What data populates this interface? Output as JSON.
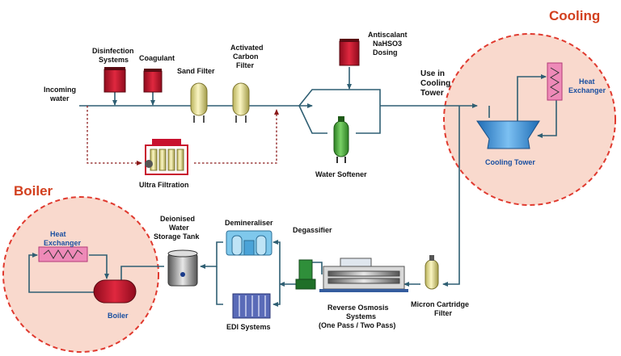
{
  "zones": {
    "cooling": "Cooling",
    "boiler": "Boiler"
  },
  "labels": {
    "incoming": [
      "Incoming",
      "water"
    ],
    "disinfection": [
      "Disinfection",
      "Systems"
    ],
    "coagulant": "Coagulant",
    "sand_filter": "Sand Filter",
    "activated_carbon": [
      "Activated",
      "Carbon",
      "Filter"
    ],
    "antiscalant": [
      "Antiscalant",
      "NaHSO3",
      "Dosing"
    ],
    "use_in_cooling": [
      "Use in",
      "Cooling",
      "Tower"
    ],
    "water_softener": "Water Softener",
    "ultra_filtration": "Ultra Filtration",
    "heat_exchanger_cooling": [
      "Heat",
      "Exchanger"
    ],
    "cooling_tower": "Cooling Tower",
    "heat_exchanger_boiler": [
      "Heat",
      "Exchanger"
    ],
    "boiler": "Boiler",
    "deionised": [
      "Deionised",
      "Water",
      "Storage Tank"
    ],
    "demineraliser": "Demineraliser",
    "degassifier": "Degassifier",
    "edi": "EDI Systems",
    "reverse_osmosis": [
      "Reverse Osmosis",
      "Systems",
      "(One Pass / Two Pass)"
    ],
    "micron_cartridge": [
      "Micron Cartridge",
      "Filter"
    ]
  },
  "colors": {
    "pipe": "#2f5f73",
    "dosing_tank": "#c8102e",
    "filter_vessel": "#e6df8a",
    "softener": "#4cae3c",
    "zone_fill": "#f9d9cd",
    "zone_border": "#e03a2f",
    "zone_title": "#d2401f",
    "heat_exchanger": "#ee8ab8",
    "cooling_tower": "#3d98dd",
    "boiler_drum": "#d8153a",
    "demineraliser": "#7fc8ec",
    "edi": "#5a6bb8",
    "degassifier": "#2f8f3a",
    "dashed_line": "#8b1a1a"
  }
}
